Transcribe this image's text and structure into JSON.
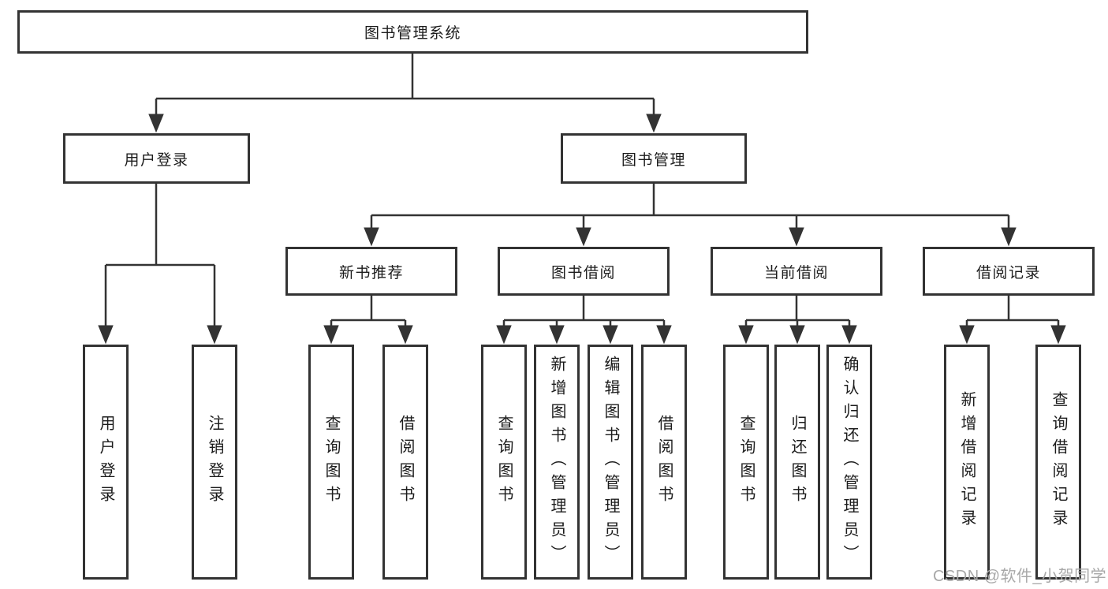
{
  "diagram": {
    "root": "图书管理系统",
    "branches": [
      {
        "label": "用户登录",
        "children": [
          "用户登录",
          "注销登录"
        ]
      },
      {
        "label": "图书管理",
        "children": [
          {
            "label": "新书推荐",
            "children": [
              "查询图书",
              "借阅图书"
            ]
          },
          {
            "label": "图书借阅",
            "children": [
              "查询图书",
              "新增图书（管理员）",
              "编辑图书（管理员）",
              "借阅图书"
            ]
          },
          {
            "label": "当前借阅",
            "children": [
              "查询图书",
              "归还图书",
              "确认归还（管理员）"
            ]
          },
          {
            "label": "借阅记录",
            "children": [
              "新增借阅记录",
              "查询借阅记录"
            ]
          }
        ]
      }
    ],
    "watermark": "CSDN @软件_小贺同学",
    "colors": {
      "line": "#333333",
      "text": "#1c1c1c",
      "watermark": "#a8a8a8",
      "background": "#ffffff"
    }
  }
}
